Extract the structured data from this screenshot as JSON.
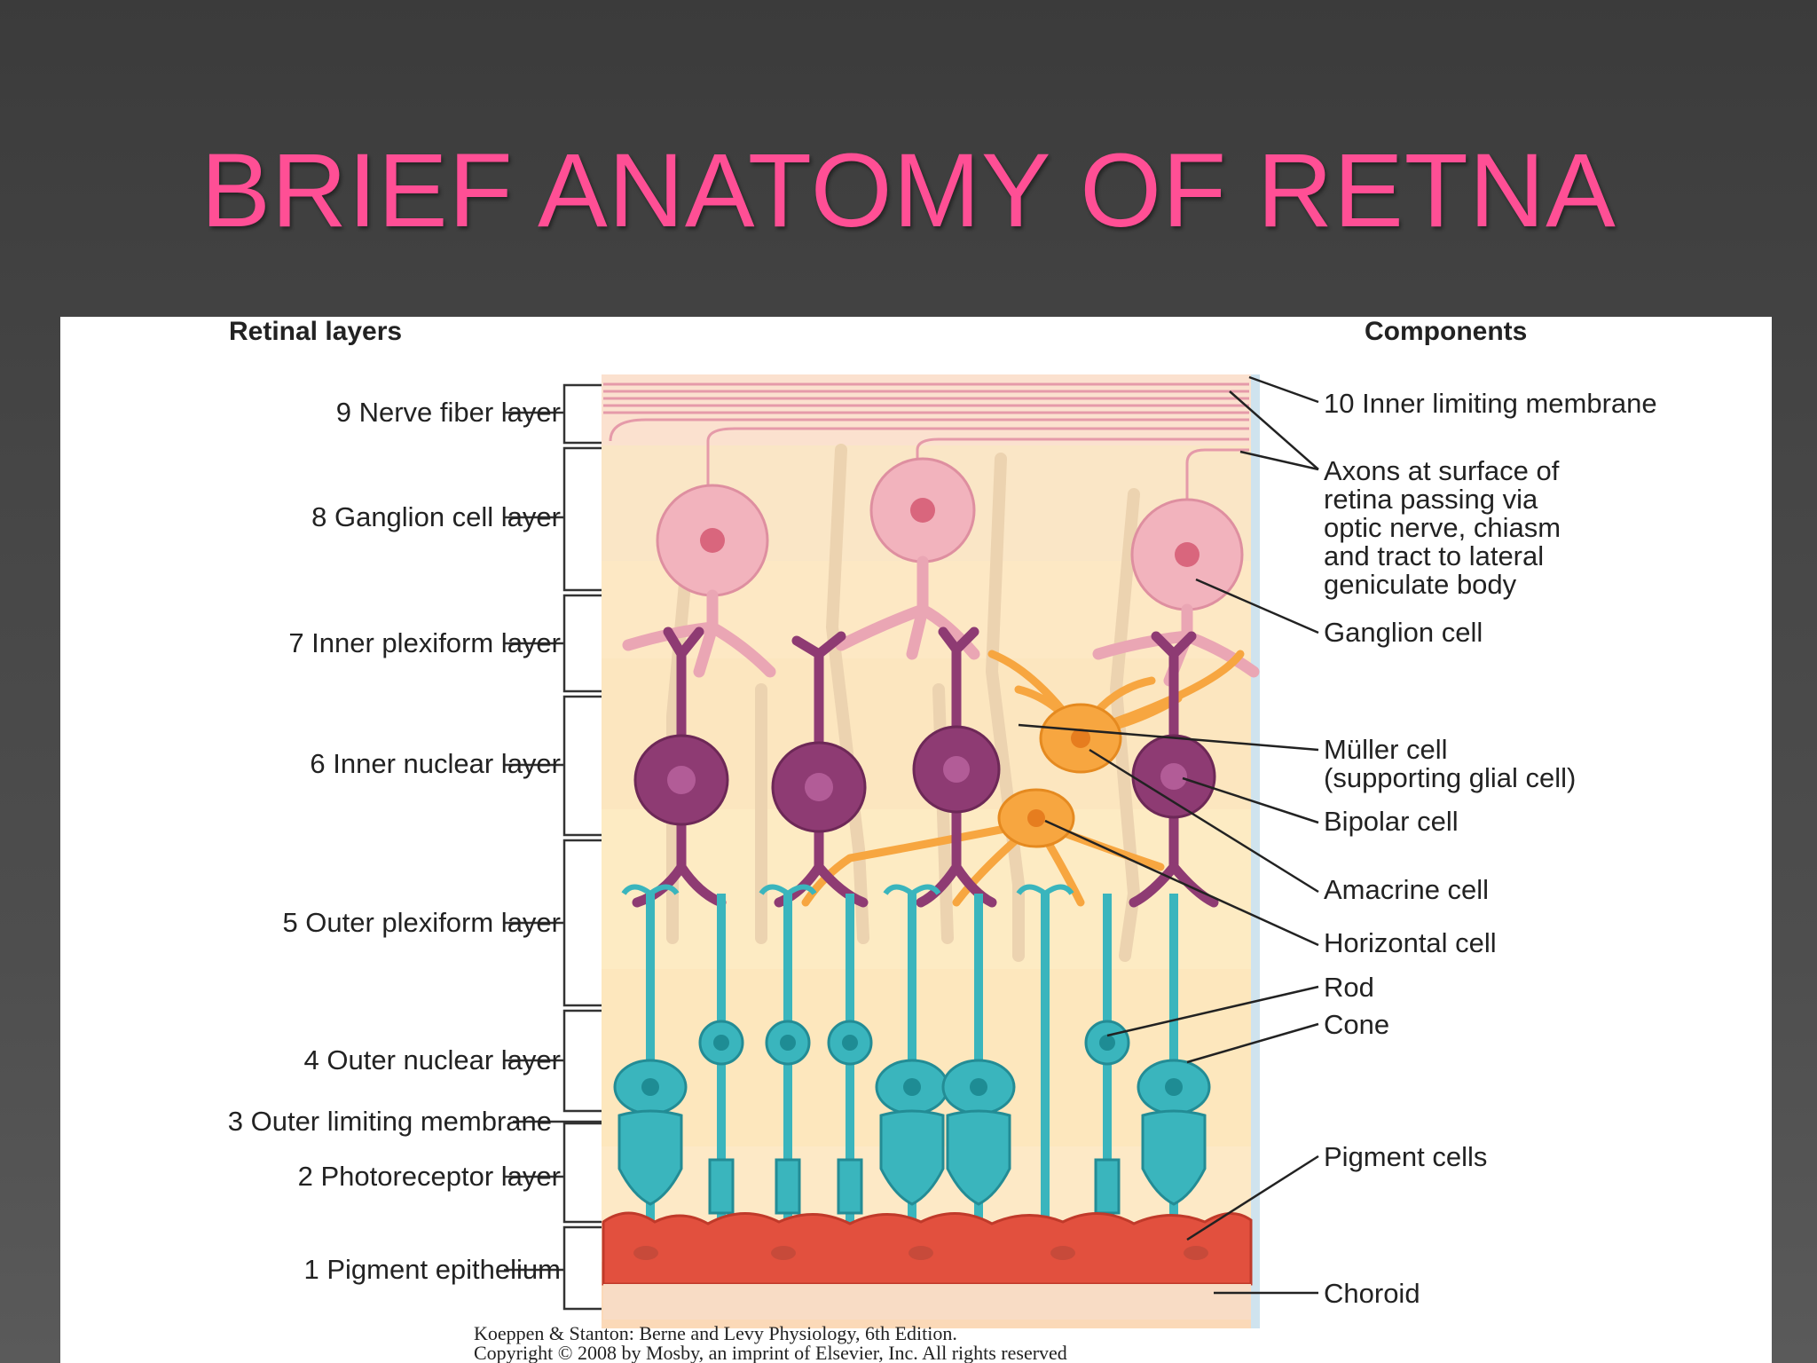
{
  "slide": {
    "title": "BRIEF ANATOMY OF RETNA"
  },
  "figure": {
    "left_heading": "Retinal layers",
    "right_heading": "Components",
    "layers": [
      "9 Nerve fiber layer",
      "8 Ganglion cell layer",
      "7 Inner plexiform layer",
      "6 Inner nuclear layer",
      "5 Outer plexiform layer",
      "4 Outer nuclear layer",
      "3 Outer limiting membrane",
      "2 Photoreceptor layer",
      "1 Pigment epithelium"
    ],
    "components": [
      "10 Inner limiting membrane",
      "Axons at surface of",
      "retina passing via",
      "optic nerve, chiasm",
      "and tract to lateral",
      "geniculate body",
      "Ganglion cell",
      "Müller cell",
      "(supporting glial cell)",
      "Bipolar cell",
      "Amacrine cell",
      "Horizontal cell",
      "Rod",
      "Cone",
      "Pigment cells",
      "Choroid"
    ],
    "credit_line1": "Koeppen & Stanton: Berne and Levy Physiology, 6th Edition.",
    "credit_line2": "Copyright © 2008 by Mosby, an imprint of Elsevier, Inc. All rights reserved",
    "colors": {
      "title_pink": "#ff4f95",
      "ganglion": "#f2b3bd",
      "bipolar": "#8e3b73",
      "muller_amacrine": "#f7a640",
      "rod_cone": "#3ab5bd",
      "pigment": "#e2503e",
      "tissue": "#fbe6c0"
    }
  }
}
